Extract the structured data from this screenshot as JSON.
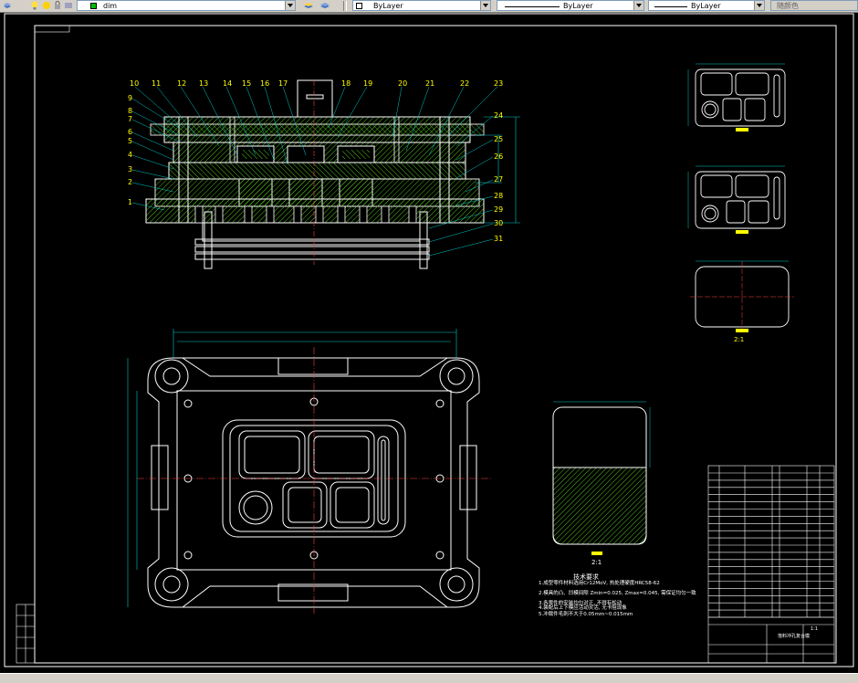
{
  "toolbar": {
    "layer_name": "dim",
    "color_value": "ByLayer",
    "linetype_value": "ByLayer",
    "lineweight_value": "ByLayer",
    "plotstyle_value": "随颜色",
    "layer_color": "#00c000"
  },
  "colors": {
    "background": "#000000",
    "frame": "#ffffff",
    "geometry": "#ffffff",
    "section": "#55c020",
    "dimension": "#00c8c8",
    "labels": "#ffff00",
    "centerline": "#ff4040"
  },
  "drawing": {
    "section_labels_top": [
      "10",
      "11",
      "12",
      "13",
      "14",
      "15",
      "16",
      "17",
      "18",
      "19",
      "20",
      "21",
      "22",
      "23"
    ],
    "section_labels_left": [
      "9",
      "8",
      "7",
      "6",
      "5",
      "4",
      "3",
      "2",
      "1"
    ],
    "section_labels_right": [
      "24",
      "25",
      "26",
      "27",
      "28",
      "29",
      "30",
      "31"
    ],
    "part_view_scale": "2:1",
    "product_view_label": "2:1",
    "notes_title": "技术要求",
    "notes": [
      "1.成型零件材料选用Cr12MoV, 热处理硬度HRC58-62",
      "2.模具的凸、凹模间隙 Zmin=0.025, Zmax=0.045, 需保证均匀一致",
      "3.各零件的安装均匀对正, 不得有松动",
      "4.装配后上下模应活动灵活, 无卡阻现象",
      "5.冲裁件毛刺不大于0.05mm~0.015mm"
    ],
    "title_block_scale": "1:1",
    "title_block_name": "落料冲孔复合模"
  }
}
